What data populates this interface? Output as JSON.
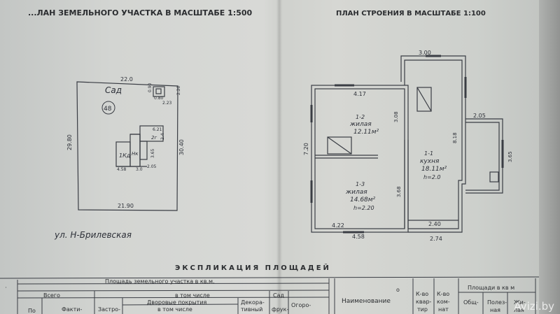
{
  "header": {
    "site_plan_title": "...ЛАН ЗЕМЕЛЬНОГО УЧАСТКА В МАСШТАБЕ 1:500",
    "building_plan_title": "ПЛАН СТРОЕНИЯ В МАСШТАБЕ 1:100",
    "explication_title": "ЭКСПЛИКАЦИЯ ПЛОЩАДЕЙ"
  },
  "site_plan": {
    "garden_label": "Сад",
    "lot_number": "48",
    "street_label": "ул. Н-Брилевская",
    "dim_top": "22.0",
    "dim_bottom": "21.90",
    "dim_left": "29.80",
    "dim_right": "30.40",
    "small_dims": [
      "0.90",
      "0.80",
      "2.20",
      "2.23",
      "6.21",
      "2.4",
      "3.65",
      "4.58",
      "3.0",
      "2.05"
    ],
    "building_labels": [
      "1Кд",
      "Нк",
      "2г"
    ]
  },
  "building_plan": {
    "dim_top": "3.00",
    "dim_upper_left": "4.17",
    "dim_left": "7.20",
    "dim_inner_a": "3.08",
    "dim_inner_b": "3.68",
    "dim_kitchen_side": "8.18",
    "dim_porch_top": "2.05",
    "dim_porch_side": "3.65",
    "dim_bottom_left_inner": "4.22",
    "dim_bottom_left": "4.58",
    "dim_bottom_right_inner": "2.40",
    "dim_bottom_right": "2.74",
    "rooms": [
      {
        "number": "1-2",
        "name": "жилая",
        "area": "12.11м²"
      },
      {
        "number": "1-3",
        "name": "жилая",
        "area": "14.68м²",
        "height": "h=2.20"
      },
      {
        "number": "1-1",
        "name": "кухня",
        "area": "18.11м²",
        "height": "h=2.0"
      }
    ]
  },
  "table": {
    "header_row": "Площадь земельного участка в кв.м.",
    "vsego": "Всего",
    "v_tom_chisle": "в том числе",
    "dvorovye": "Дворовые покрытия",
    "v_tom_chisle_2": "в том числе",
    "po": "По",
    "fakti": "Факти-",
    "zastro": "Застро-",
    "dekora": "Декора-",
    "tivny": "тивный",
    "sad": "Сад",
    "fruk": "фрук-",
    "ogoro": "Огоро-",
    "naimenovanie": "Наименование",
    "degree_mark": "о",
    "k_vo_kvar": "К-во",
    "kvar": "квар-",
    "tir": "тир",
    "k_vo_kom": "К-во",
    "kom": "ком-",
    "nat": "нат",
    "ploshchadi_kv_m": "Площади в кв м",
    "obshch": "Общ-",
    "polezn": "Полез-",
    "naya": "ная",
    "zhiln": "Жи-",
    "laya": "лая"
  },
  "watermark": "Avizi.by",
  "colors": {
    "paper": "#d4d6d2",
    "ink": "#2d3038"
  }
}
